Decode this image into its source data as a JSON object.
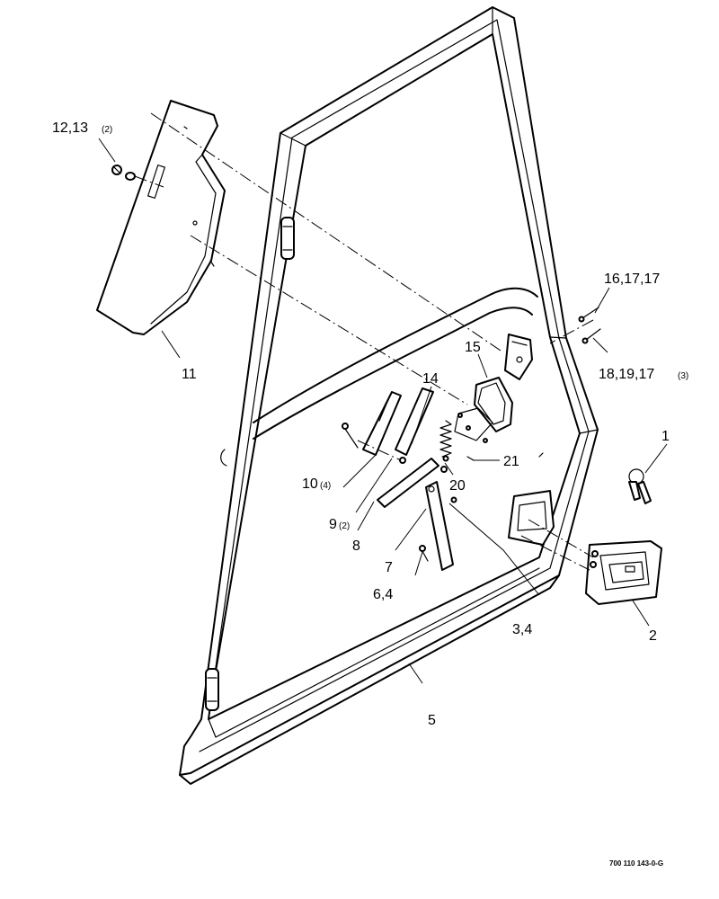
{
  "callouts": {
    "c1": {
      "num": "1"
    },
    "c2": {
      "num": "2"
    },
    "c3_4": {
      "num": "3,4"
    },
    "c5": {
      "num": "5"
    },
    "c6_4": {
      "num": "6,4"
    },
    "c7": {
      "num": "7"
    },
    "c8": {
      "num": "8"
    },
    "c9": {
      "num": "9",
      "qty": "(2)"
    },
    "c10": {
      "num": "10",
      "qty": "(4)"
    },
    "c11": {
      "num": "11"
    },
    "c12_13": {
      "num": "12,13",
      "qty": "(2)"
    },
    "c14": {
      "num": "14"
    },
    "c15": {
      "num": "15"
    },
    "c16_17_17": {
      "num": "16,17,17"
    },
    "c18_19_17": {
      "num": "18,19,17",
      "qty": "(3)"
    },
    "c20": {
      "num": "20"
    },
    "c21": {
      "num": "21"
    }
  },
  "drawing_code": "700 110 143-0-G"
}
